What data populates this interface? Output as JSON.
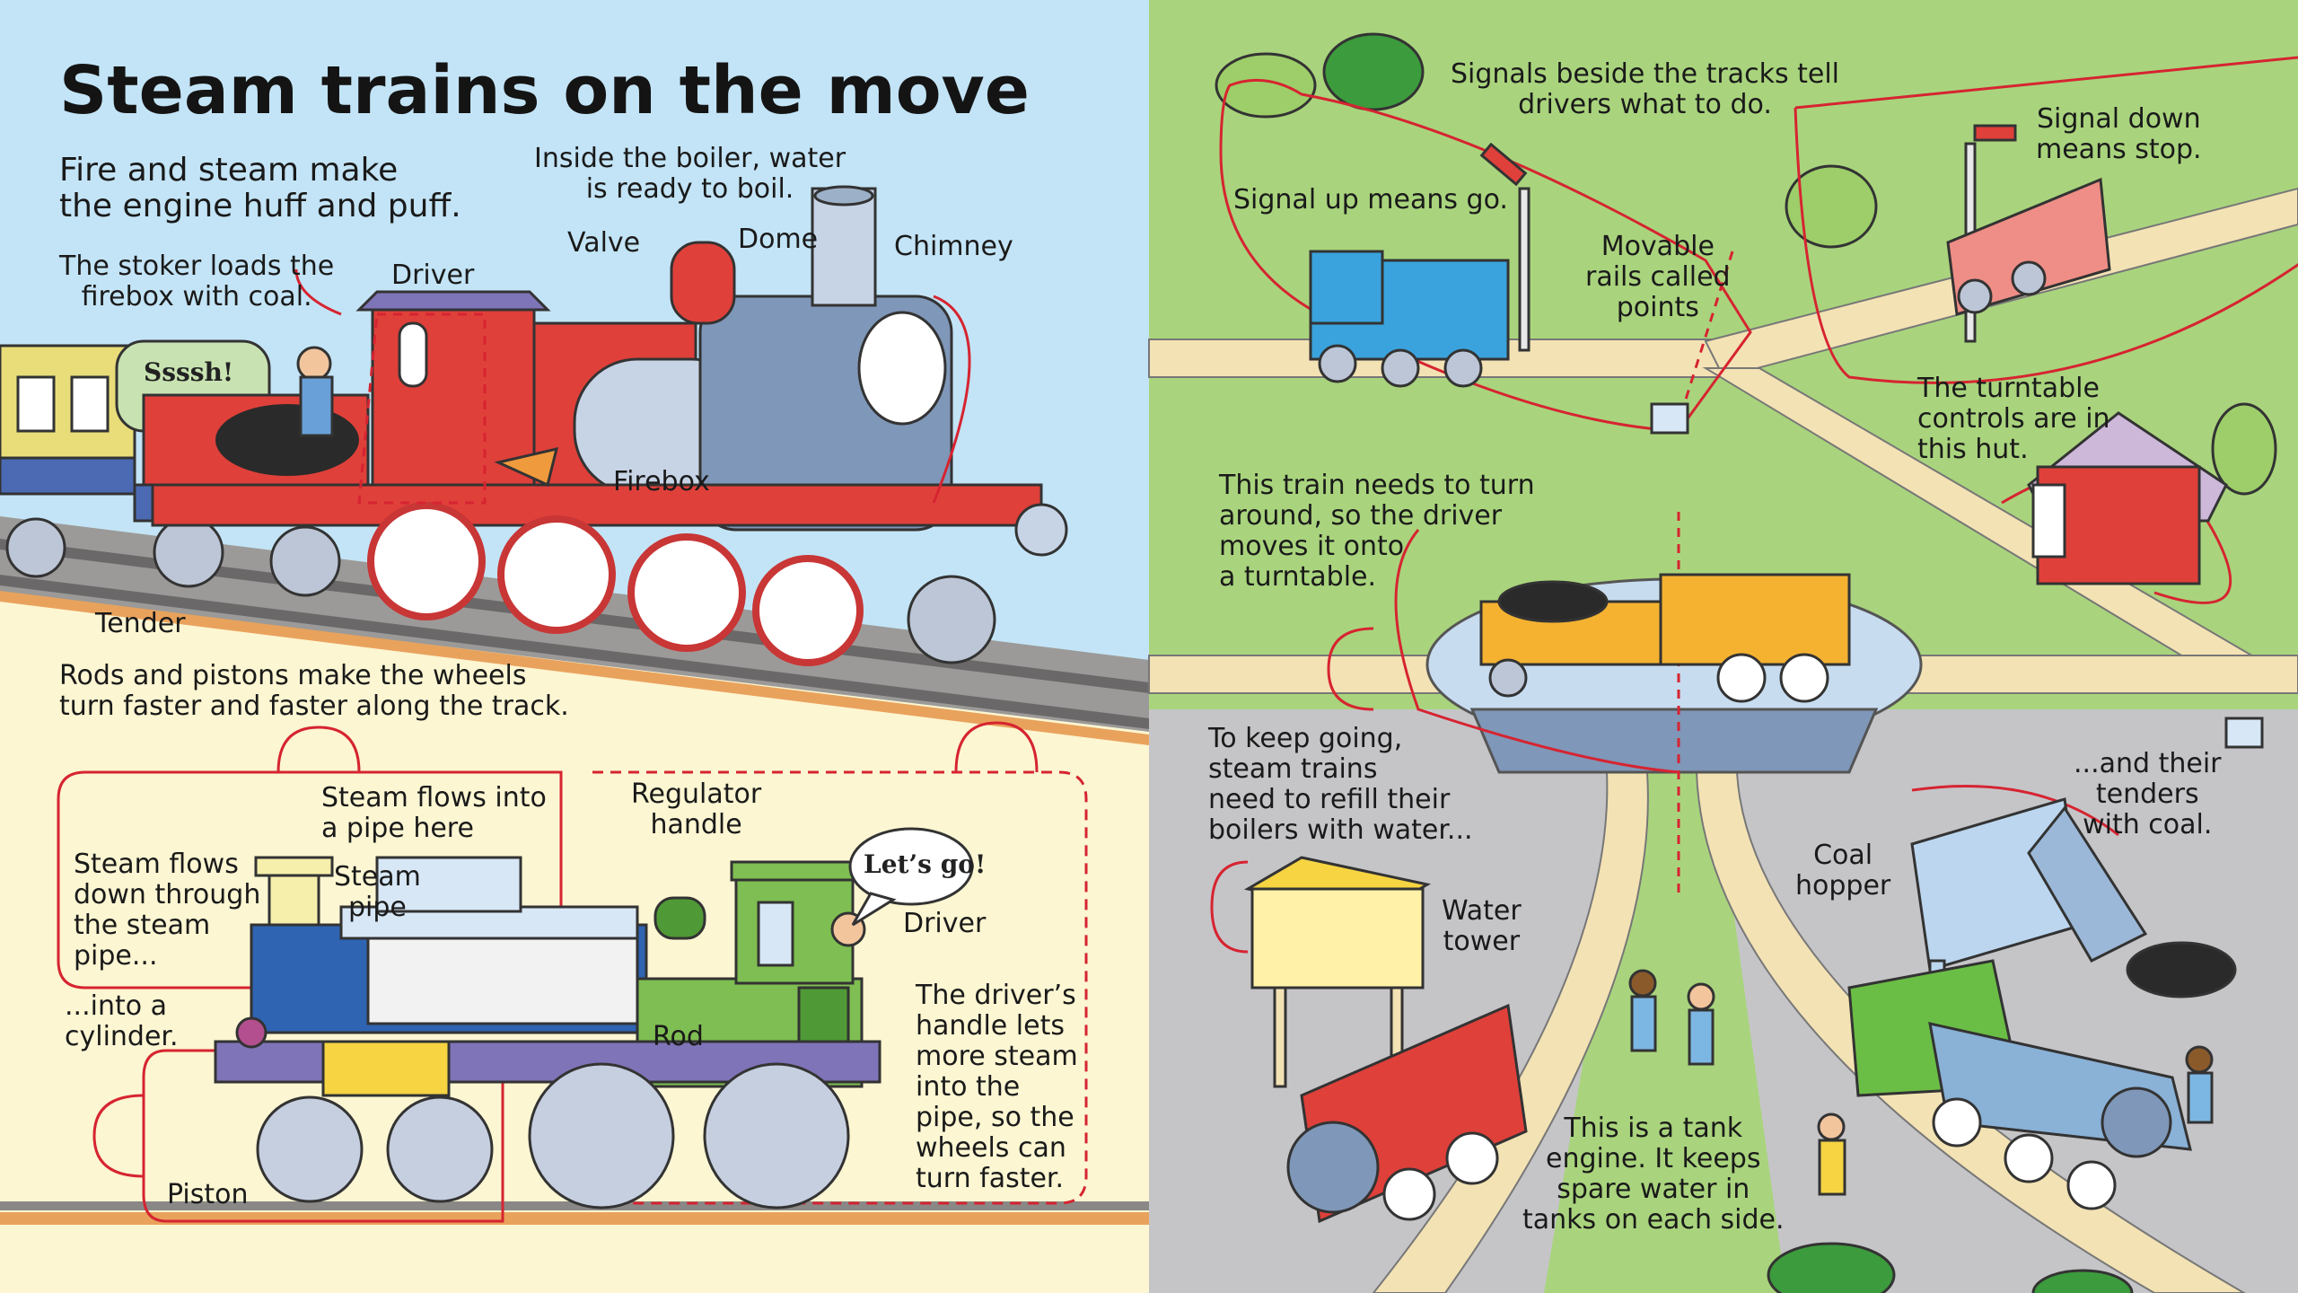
{
  "left_page": {
    "title": "Steam trains on the move",
    "intro": [
      "Fire and steam make",
      "the engine huff and puff."
    ],
    "boiler_note": [
      "Inside the boiler, water",
      "is ready to boil."
    ],
    "stoker_note": [
      "The stoker loads the",
      "firebox with coal."
    ],
    "labels": {
      "valve": "Valve",
      "dome": "Dome",
      "chimney": "Chimney",
      "driver": "Driver",
      "firebox": "Firebox",
      "tender": "Tender"
    },
    "tender_sign": "Ssssh!",
    "rods_note": [
      "Rods and pistons make the wheels",
      "turn faster and faster along the track."
    ],
    "cutaway": {
      "steam_flows_into": [
        "Steam flows into",
        "a pipe here"
      ],
      "steam_flows_down": [
        "Steam flows",
        "down through",
        "the steam",
        "pipe..."
      ],
      "steam_pipe": [
        "Steam",
        "pipe"
      ],
      "regulator_handle": [
        "Regulator",
        "handle"
      ],
      "lets_go": "Let’s go!",
      "driver": "Driver",
      "into_cylinder": [
        "...into a",
        "cylinder."
      ],
      "rod": "Rod",
      "piston": "Piston",
      "drivers_handle": [
        "The driver’s",
        "handle lets",
        "more steam",
        "into the",
        "pipe, so the",
        "wheels can",
        "turn faster."
      ]
    }
  },
  "right_page": {
    "signals_note": [
      "Signals beside the tracks tell",
      "drivers what to do."
    ],
    "signal_down": [
      "Signal down",
      "means stop."
    ],
    "signal_up": "Signal up means go.",
    "points": [
      "Movable",
      "rails called",
      "points"
    ],
    "turntable_hut": [
      "The turntable",
      "controls are in",
      "this hut."
    ],
    "turn_around": [
      "This train needs to turn",
      "around, so the driver",
      "moves it onto",
      "a turntable."
    ],
    "refill_water": [
      "To keep going,",
      "steam trains",
      "need to refill their",
      "boilers with water..."
    ],
    "coal_tenders": [
      "...and their",
      "tenders",
      "with coal."
    ],
    "coal_hopper": [
      "Coal",
      "hopper"
    ],
    "water_tower": [
      "Water",
      "tower"
    ],
    "tank_engine": [
      "This is a tank",
      "engine. It keeps",
      "spare water in",
      "tanks on each side."
    ]
  },
  "colors": {
    "sky": "#c3e4f6",
    "cream": "#fcf6d2",
    "grass": "#a9d47d",
    "ground": "#c5c5c8",
    "callout": "#d62431",
    "rail": "#f3e2b4",
    "engine_red": "#e0403a",
    "engine_blue": "#7f97b8",
    "engine_green": "#7fbe52",
    "engine_yellow": "#f5b231"
  }
}
